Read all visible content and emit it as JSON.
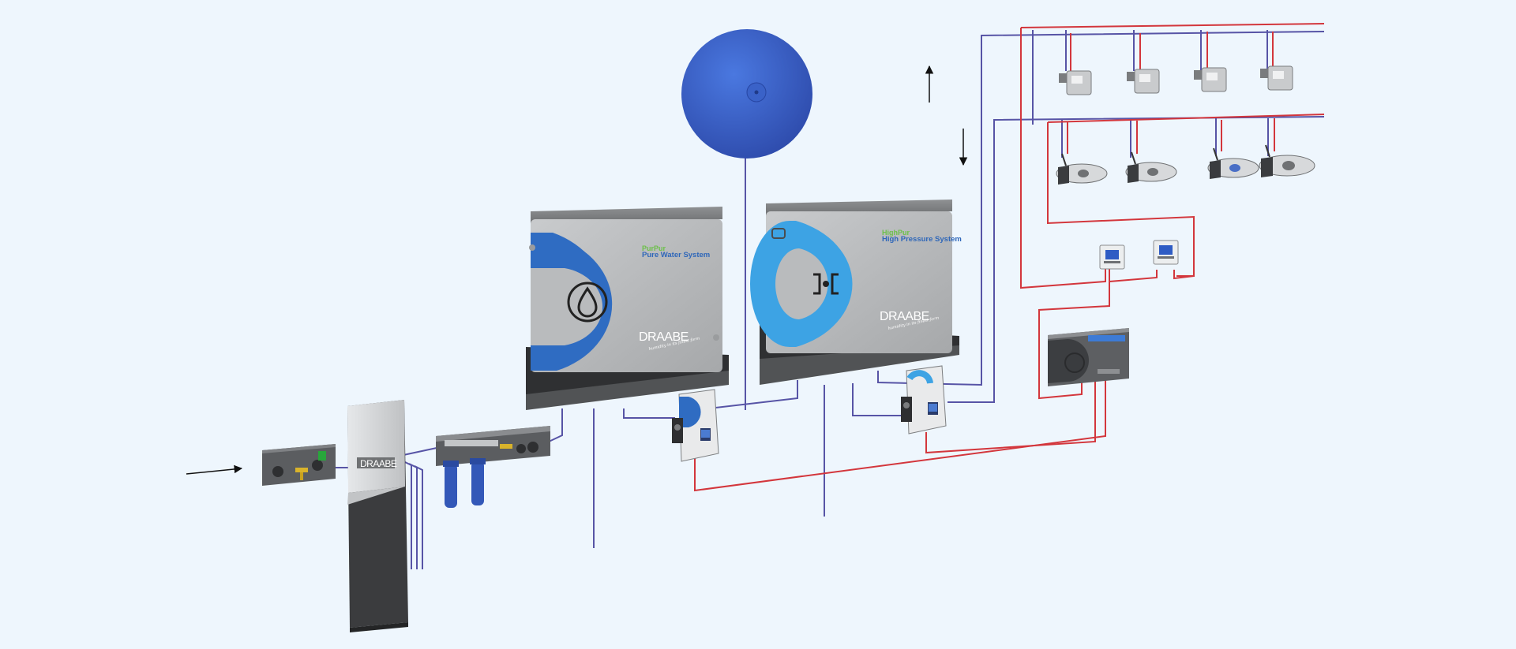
{
  "units": {
    "purepur": {
      "subtitle": "PurPur",
      "title": "Pure Water System",
      "brand": "DRAABE",
      "tagline": "humidity in its finest form"
    },
    "highpur": {
      "subtitle": "HighPur",
      "title": "High Pressure System",
      "brand": "DRAABE",
      "tagline": "humidity in its finest form"
    }
  },
  "softener": {
    "brand": "DRAABE"
  },
  "colors": {
    "background": "#eef6fd",
    "supply_line": "#5754a6",
    "high_pressure_line": "#d3363c",
    "vessel_blue": "#3659c2",
    "purepur_accent": "#2f6cc2",
    "highpur_accent": "#3da3e4",
    "housing_grey": "#b3b5b7"
  },
  "icons": {
    "inlet": "arrow-right-icon",
    "up": "arrow-up-icon",
    "down": "arrow-down-icon",
    "purepur_logo": "water-drop-icon",
    "highpur_logo": "nozzle-bracket-icon"
  }
}
